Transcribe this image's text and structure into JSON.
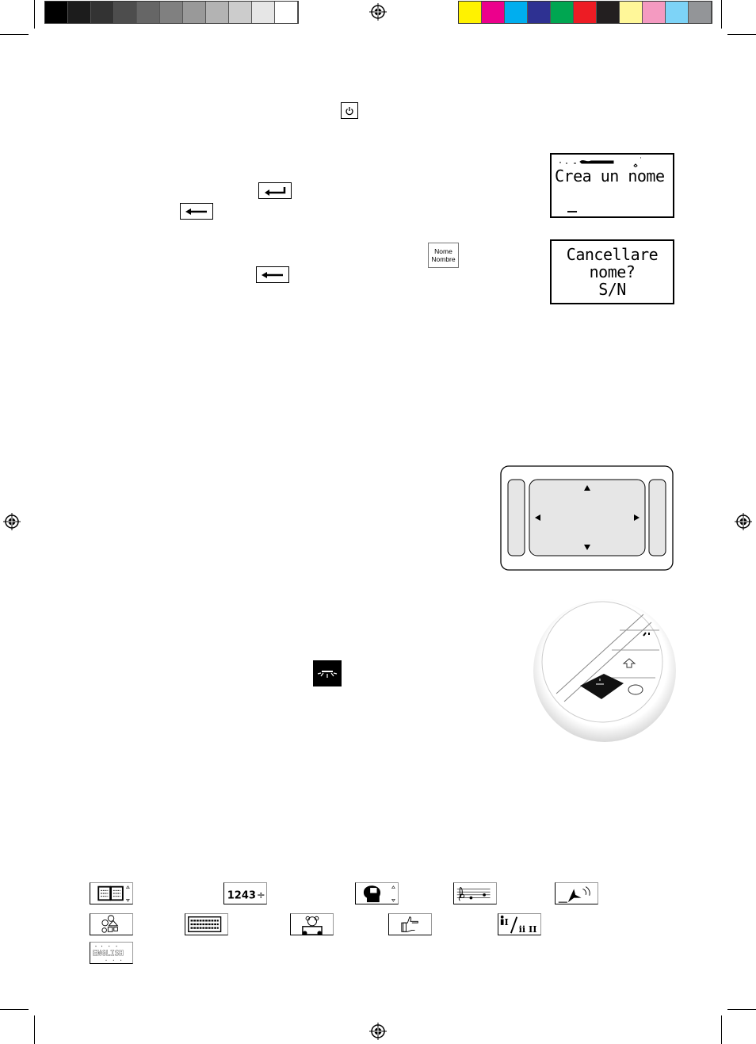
{
  "color_bar": {
    "grays": [
      "#000000",
      "#1c1c1c",
      "#333333",
      "#4d4d4d",
      "#666666",
      "#808080",
      "#999999",
      "#b3b3b3",
      "#cccccc",
      "#e6e6e6",
      "#ffffff"
    ],
    "colors": [
      "#fff200",
      "#ec008c",
      "#00aeef",
      "#2e3192",
      "#00a651",
      "#ed1c24",
      "#231f20",
      "#fff799",
      "#f49ac1",
      "#7dd3f7",
      "#939598"
    ]
  },
  "screens": {
    "create_name": {
      "line1": "Crea un nome",
      "cursor": "_"
    },
    "delete_name": {
      "line1": "Cancellare",
      "line2": "nome?",
      "line3": "S/N"
    }
  },
  "keys": {
    "name_key": {
      "line1": "Nome",
      "line2": "Nombre"
    }
  },
  "activity_icons": [
    "book-icon",
    "numbers-icon",
    "brain-icon",
    "music-icon",
    "plane-icon",
    "shapes-icon",
    "keyboard-icon",
    "teddy-bear-icon",
    "thumbs-up-icon",
    "players-icon",
    "english-icon"
  ],
  "english_icon_label": "ENGLISH"
}
